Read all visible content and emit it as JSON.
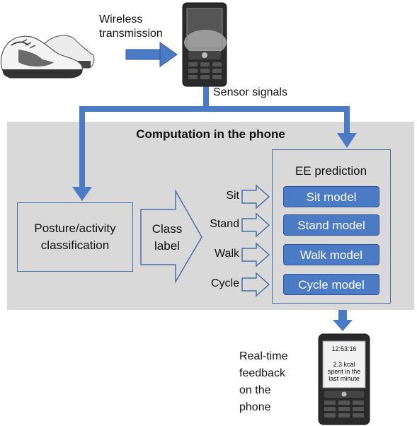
{
  "labels": {
    "wireless": "Wireless transmission",
    "wireless_line1": "Wireless",
    "wireless_line2": "transmission",
    "sensor_signals": "Sensor signals",
    "computation_title": "Computation in the phone",
    "posture_line1": "Posture/activity",
    "posture_line2": "classification",
    "class_line1": "Class",
    "class_line2": "label",
    "ee_title": "EE prediction",
    "feedback_lines": [
      "Real-time",
      "feedback",
      "on the",
      "phone"
    ]
  },
  "activities": [
    "Sit",
    "Stand",
    "Walk",
    "Cycle"
  ],
  "models": [
    "Sit model",
    "Stand model",
    "Walk model",
    "Cycle model"
  ],
  "phone_screen": {
    "time": "12:53:16",
    "line1": "2.3 kcal",
    "line2": "spent in the",
    "line3": "last minute"
  },
  "colors": {
    "arrow": "#4a7bc4",
    "panel": "#d9d9d9",
    "model_fill": "#4a7bc4",
    "box_border": "#4a6fa5"
  },
  "icons": {
    "shoes": "sneakers-icon",
    "phone_top": "mobile-phone-icon",
    "phone_bottom": "mobile-phone-icon"
  }
}
